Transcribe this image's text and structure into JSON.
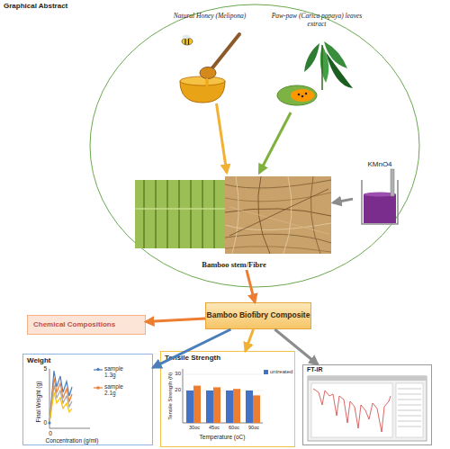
{
  "diagram": {
    "title": "Graphical Abstract",
    "nodes": [
      {
        "text": [
          "Natural Honey (Melipona)"
        ]
      },
      {
        "text": [
          "Paw-paw (Carica papaya) leaves extract"
        ]
      },
      {
        "text": [
          "KMnO4"
        ]
      },
      {
        "text": [
          "Bamboo stem/Fibre"
        ]
      },
      {
        "text": [
          "Bamboo Biofibry Composite"
        ]
      },
      {
        "text": [
          "Chemical Compositions"
        ]
      },
      {
        "text": [
          "Weight"
        ]
      },
      {
        "text": [
          "Tensile Strength"
        ]
      },
      {
        "text": [
          "FT-IR"
        ]
      }
    ],
    "edges": [
      {
        "from": 0,
        "to": 3,
        "arrow": "to"
      },
      {
        "from": 1,
        "to": 3,
        "arrow": "to"
      },
      {
        "from": 2,
        "to": 3,
        "arrow": "to"
      },
      {
        "from": 3,
        "to": 4,
        "arrow": "to"
      },
      {
        "from": 4,
        "to": 5,
        "arrow": "to"
      },
      {
        "from": 4,
        "to": 6,
        "arrow": "to"
      },
      {
        "from": 4,
        "to": 7,
        "arrow": "to"
      },
      {
        "from": 4,
        "to": 8,
        "arrow": "to"
      }
    ],
    "labels": [
      "Final Weight (g)",
      "Concentration (g/ml)",
      "5",
      "0",
      "0",
      "Tensile Strength (N)",
      "30",
      "20",
      "30oc",
      "45oc",
      "60oc",
      "90oc",
      "Temperature (oC)"
    ],
    "legend": [
      {
        "text": "sample 1.3g"
      },
      {
        "text": "sample 2.1g"
      },
      {
        "text": "untreated",
        "color": "#4472c4"
      }
    ]
  }
}
